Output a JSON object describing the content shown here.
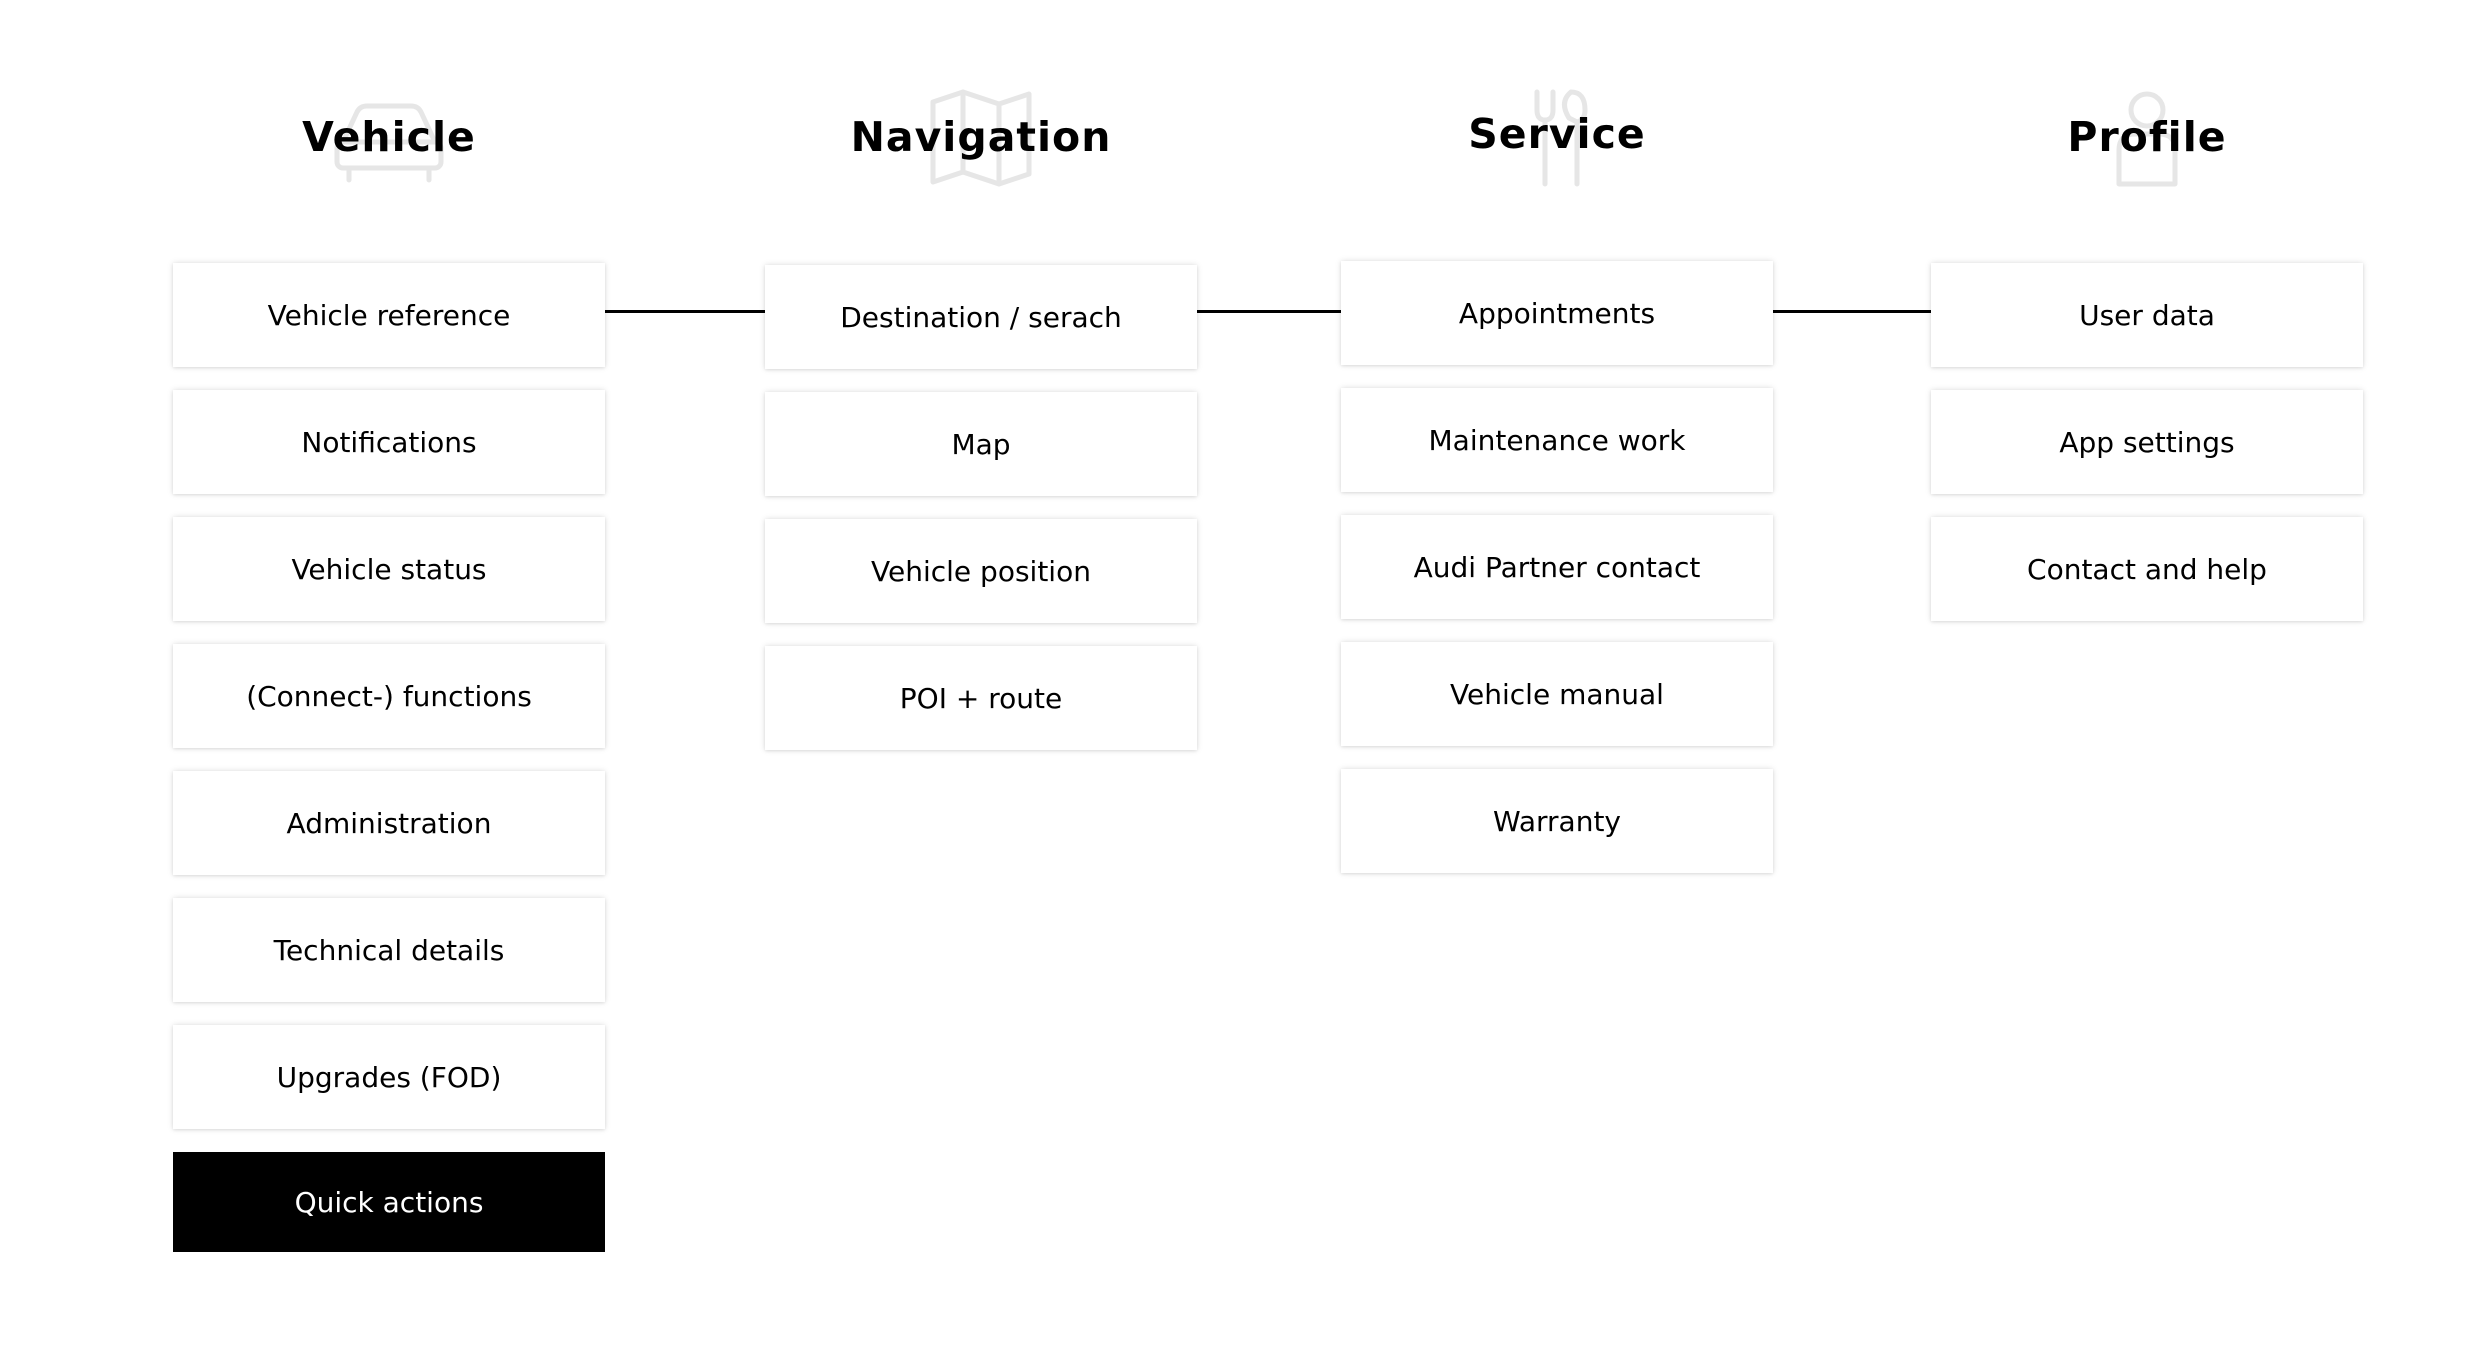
{
  "columns": [
    {
      "title": "Vehicle",
      "icon": "car-icon",
      "items": [
        "Vehicle reference",
        "Notifications",
        "Vehicle status",
        "(Connect-) functions",
        "Administration",
        "Technical details",
        "Upgrades (FOD)",
        "Quick actions"
      ],
      "highlighted_item": "Quick actions"
    },
    {
      "title": "Navigation",
      "icon": "map-icon",
      "items": [
        "Destination / serach",
        "Map",
        "Vehicle position",
        "POI + route"
      ]
    },
    {
      "title": "Service",
      "icon": "wrench-icon",
      "items": [
        "Appointments",
        "Maintenance work",
        "Audi Partner contact",
        "Vehicle manual",
        "Warranty"
      ]
    },
    {
      "title": "Profile",
      "icon": "user-icon",
      "items": [
        "User data",
        "App settings",
        "Contact and help"
      ]
    }
  ],
  "colors": {
    "highlight_background": "#000000",
    "highlight_text": "#ffffff",
    "icon_watermark": "#e6e6e6",
    "connector": "#000000"
  }
}
